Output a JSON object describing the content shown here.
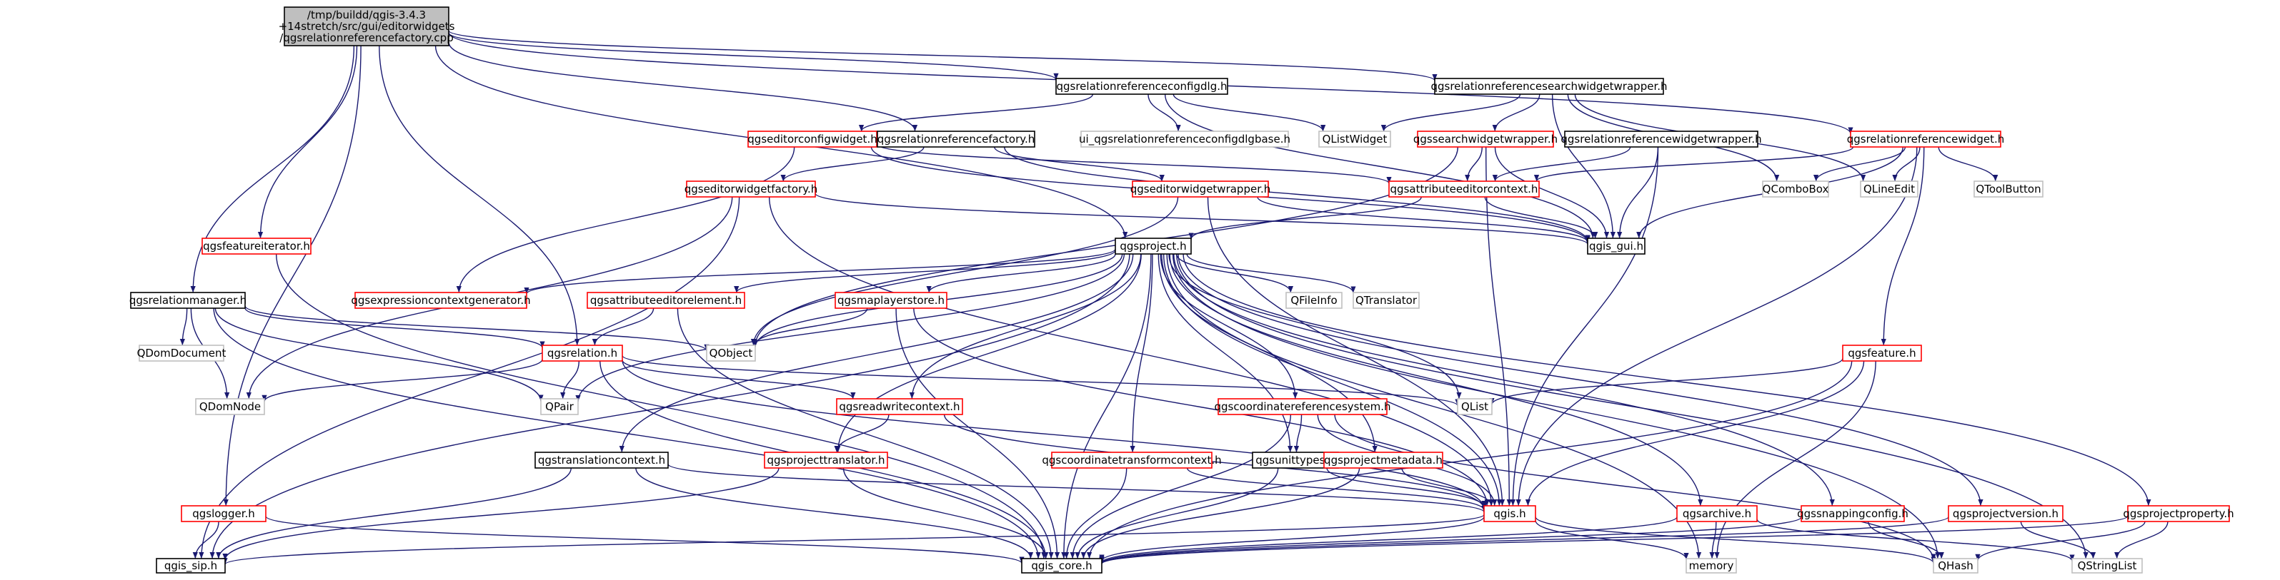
{
  "colors": {
    "edge": "#191970",
    "root_fill": "#bfbfbf",
    "root_stroke": "#000000",
    "plain_stroke": "#000000",
    "red_stroke": "#ff0000",
    "gray_stroke": "#bfbfbf",
    "external_text": "#000000"
  },
  "nodes": [
    {
      "id": "root",
      "lines": [
        "/tmp/buildd/qgis-3.4.3",
        "+14stretch/src/gui/editorwidgets",
        "/qgsrelationreferencefactory.cpp"
      ],
      "style": "root"
    },
    {
      "id": "configdlg",
      "lines": [
        "qgsrelationreferenceconfigdlg.h"
      ],
      "style": "plain"
    },
    {
      "id": "searchwrapper",
      "lines": [
        "qgsrelationreferencesearchwidgetwrapper.h"
      ],
      "style": "plain"
    },
    {
      "id": "refwidget",
      "lines": [
        "qgsrelationreferencewidget.h"
      ],
      "style": "red"
    },
    {
      "id": "editorconfigwidget",
      "lines": [
        "qgseditorconfigwidget.h"
      ],
      "style": "red"
    },
    {
      "id": "reffactory",
      "lines": [
        "qgsrelationreferencefactory.h"
      ],
      "style": "plain"
    },
    {
      "id": "uiconfigdlg",
      "lines": [
        "ui_qgsrelationreferenceconfigdlgbase.h"
      ],
      "style": "gray"
    },
    {
      "id": "qlistwidget",
      "lines": [
        "QListWidget"
      ],
      "style": "gray"
    },
    {
      "id": "searchwidgetwrapper",
      "lines": [
        "qgssearchwidgetwrapper.h"
      ],
      "style": "red"
    },
    {
      "id": "refwidgetwrapper",
      "lines": [
        "qgsrelationreferencewidgetwrapper.h"
      ],
      "style": "plain"
    },
    {
      "id": "qcombobox",
      "lines": [
        "QComboBox"
      ],
      "style": "gray"
    },
    {
      "id": "qlineedit",
      "lines": [
        "QLineEdit"
      ],
      "style": "gray"
    },
    {
      "id": "qtoolbutton",
      "lines": [
        "QToolButton"
      ],
      "style": "gray"
    },
    {
      "id": "editorwidgetfactory",
      "lines": [
        "qgseditorwidgetfactory.h"
      ],
      "style": "red"
    },
    {
      "id": "editorwidgetwrapper",
      "lines": [
        "qgseditorwidgetwrapper.h"
      ],
      "style": "red"
    },
    {
      "id": "attreditorcontext",
      "lines": [
        "qgsattributeeditorcontext.h"
      ],
      "style": "red"
    },
    {
      "id": "featureiterator",
      "lines": [
        "qgsfeatureiterator.h"
      ],
      "style": "red"
    },
    {
      "id": "qgsproject",
      "lines": [
        "qgsproject.h"
      ],
      "style": "plain"
    },
    {
      "id": "qgisgui",
      "lines": [
        "qgis_gui.h"
      ],
      "style": "plain"
    },
    {
      "id": "relationmanager",
      "lines": [
        "qgsrelationmanager.h"
      ],
      "style": "plain"
    },
    {
      "id": "exprctxgen",
      "lines": [
        "qgsexpressioncontextgenerator.h"
      ],
      "style": "red"
    },
    {
      "id": "attreditorelement",
      "lines": [
        "qgsattributeeditorelement.h"
      ],
      "style": "red"
    },
    {
      "id": "maplayerstore",
      "lines": [
        "qgsmaplayerstore.h"
      ],
      "style": "red"
    },
    {
      "id": "qfileinfo",
      "lines": [
        "QFileInfo"
      ],
      "style": "gray"
    },
    {
      "id": "qtranslator",
      "lines": [
        "QTranslator"
      ],
      "style": "gray"
    },
    {
      "id": "qdomdocument",
      "lines": [
        "QDomDocument"
      ],
      "style": "gray"
    },
    {
      "id": "qobject",
      "lines": [
        "QObject"
      ],
      "style": "gray"
    },
    {
      "id": "qgsrelation",
      "lines": [
        "qgsrelation.h"
      ],
      "style": "red"
    },
    {
      "id": "qgsfeature",
      "lines": [
        "qgsfeature.h"
      ],
      "style": "red"
    },
    {
      "id": "qlist",
      "lines": [
        "QList"
      ],
      "style": "gray"
    },
    {
      "id": "qdomnode",
      "lines": [
        "QDomNode"
      ],
      "style": "gray"
    },
    {
      "id": "qpair",
      "lines": [
        "QPair"
      ],
      "style": "gray"
    },
    {
      "id": "readwritecontext",
      "lines": [
        "qgsreadwritecontext.h"
      ],
      "style": "red"
    },
    {
      "id": "crs",
      "lines": [
        "qgscoordinatereferencesystem.h"
      ],
      "style": "red"
    },
    {
      "id": "translationcontext",
      "lines": [
        "qgstranslationcontext.h"
      ],
      "style": "plain"
    },
    {
      "id": "projecttranslator",
      "lines": [
        "qgsprojecttranslator.h"
      ],
      "style": "red"
    },
    {
      "id": "coordtransformctx",
      "lines": [
        "qgscoordinatetransformcontext.h"
      ],
      "style": "red"
    },
    {
      "id": "unittypes",
      "lines": [
        "qgsunittypes.h"
      ],
      "style": "plain"
    },
    {
      "id": "projectmetadata",
      "lines": [
        "qgsprojectmetadata.h"
      ],
      "style": "red"
    },
    {
      "id": "qgislogger",
      "lines": [
        "qgslogger.h"
      ],
      "style": "red"
    },
    {
      "id": "qgish",
      "lines": [
        "qgis.h"
      ],
      "style": "red"
    },
    {
      "id": "archive",
      "lines": [
        "qgsarchive.h"
      ],
      "style": "red"
    },
    {
      "id": "snappingconfig",
      "lines": [
        "qgssnappingconfig.h"
      ],
      "style": "red"
    },
    {
      "id": "projectversion",
      "lines": [
        "qgsprojectversion.h"
      ],
      "style": "red"
    },
    {
      "id": "projectproperty",
      "lines": [
        "qgsprojectproperty.h"
      ],
      "style": "red"
    },
    {
      "id": "qgissip",
      "lines": [
        "qgis_sip.h"
      ],
      "style": "plain"
    },
    {
      "id": "qgiscore",
      "lines": [
        "qgis_core.h"
      ],
      "style": "plain"
    },
    {
      "id": "memory",
      "lines": [
        "memory"
      ],
      "style": "gray"
    },
    {
      "id": "qhash",
      "lines": [
        "QHash"
      ],
      "style": "gray"
    },
    {
      "id": "qstringlist",
      "lines": [
        "QStringList"
      ],
      "style": "gray"
    }
  ],
  "edges": [
    [
      "root",
      "configdlg"
    ],
    [
      "root",
      "searchwrapper"
    ],
    [
      "root",
      "refwidget"
    ],
    [
      "root",
      "reffactory"
    ],
    [
      "root",
      "featureiterator"
    ],
    [
      "root",
      "relationmanager"
    ],
    [
      "root",
      "qgsrelation"
    ],
    [
      "root",
      "qgsproject"
    ],
    [
      "root",
      "qgislogger"
    ],
    [
      "configdlg",
      "editorconfigwidget"
    ],
    [
      "configdlg",
      "uiconfigdlg"
    ],
    [
      "configdlg",
      "qlistwidget"
    ],
    [
      "configdlg",
      "qgisgui"
    ],
    [
      "searchwrapper",
      "qlistwidget"
    ],
    [
      "searchwrapper",
      "searchwidgetwrapper"
    ],
    [
      "searchwrapper",
      "qcombobox"
    ],
    [
      "searchwrapper",
      "qlineedit"
    ],
    [
      "searchwrapper",
      "qgisgui"
    ],
    [
      "refwidget",
      "qcombobox"
    ],
    [
      "refwidget",
      "qlineedit"
    ],
    [
      "refwidget",
      "qtoolbutton"
    ],
    [
      "refwidget",
      "attreditorcontext"
    ],
    [
      "refwidget",
      "qgisgui"
    ],
    [
      "refwidget",
      "qgsfeature"
    ],
    [
      "refwidget",
      "qgish"
    ],
    [
      "editorconfigwidget",
      "exprctxgen"
    ],
    [
      "editorconfigwidget",
      "attreditorcontext"
    ],
    [
      "editorconfigwidget",
      "qgisgui"
    ],
    [
      "reffactory",
      "editorwidgetfactory"
    ],
    [
      "reffactory",
      "editorwidgetwrapper"
    ],
    [
      "reffactory",
      "qgisgui"
    ],
    [
      "searchwidgetwrapper",
      "attreditorcontext"
    ],
    [
      "searchwidgetwrapper",
      "qobject"
    ],
    [
      "searchwidgetwrapper",
      "qgisgui"
    ],
    [
      "searchwidgetwrapper",
      "qgish"
    ],
    [
      "refwidgetwrapper",
      "attreditorcontext"
    ],
    [
      "refwidgetwrapper",
      "qgisgui"
    ],
    [
      "refwidgetwrapper",
      "qgish"
    ],
    [
      "editorwidgetfactory",
      "qgisgui"
    ],
    [
      "editorwidgetfactory",
      "qdomnode"
    ],
    [
      "editorwidgetfactory",
      "qgissip"
    ],
    [
      "editorwidgetfactory",
      "qgish"
    ],
    [
      "editorwidgetwrapper",
      "qgisgui"
    ],
    [
      "editorwidgetwrapper",
      "qobject"
    ],
    [
      "editorwidgetwrapper",
      "qgish"
    ],
    [
      "attreditorcontext",
      "qgsproject"
    ],
    [
      "attreditorcontext",
      "qgisgui"
    ],
    [
      "featureiterator",
      "qgiscore"
    ],
    [
      "qgsproject",
      "exprctxgen"
    ],
    [
      "qgsproject",
      "attreditorelement"
    ],
    [
      "qgsproject",
      "maplayerstore"
    ],
    [
      "qgsproject",
      "qfileinfo"
    ],
    [
      "qgsproject",
      "qtranslator"
    ],
    [
      "qgsproject",
      "qobject"
    ],
    [
      "qgsproject",
      "qpair"
    ],
    [
      "qgsproject",
      "qlist"
    ],
    [
      "qgsproject",
      "readwritecontext"
    ],
    [
      "qgsproject",
      "crs"
    ],
    [
      "qgsproject",
      "translationcontext"
    ],
    [
      "qgsproject",
      "projecttranslator"
    ],
    [
      "qgsproject",
      "coordtransformctx"
    ],
    [
      "qgsproject",
      "unittypes"
    ],
    [
      "qgsproject",
      "projectmetadata"
    ],
    [
      "qgsproject",
      "qgish"
    ],
    [
      "qgsproject",
      "archive"
    ],
    [
      "qgsproject",
      "snappingconfig"
    ],
    [
      "qgsproject",
      "projectversion"
    ],
    [
      "qgsproject",
      "projectproperty"
    ],
    [
      "qgsproject",
      "qgiscore"
    ],
    [
      "qgsproject",
      "qhash"
    ],
    [
      "qgsproject",
      "qstringlist"
    ],
    [
      "qgsproject",
      "memory"
    ],
    [
      "qgsproject",
      "qgissip"
    ],
    [
      "relationmanager",
      "qdomdocument"
    ],
    [
      "relationmanager",
      "qgsrelation"
    ],
    [
      "relationmanager",
      "qdomnode"
    ],
    [
      "relationmanager",
      "qobject"
    ],
    [
      "relationmanager",
      "qpair"
    ],
    [
      "relationmanager",
      "qgiscore"
    ],
    [
      "attreditorelement",
      "qgsrelation"
    ],
    [
      "attreditorelement",
      "qgiscore"
    ],
    [
      "maplayerstore",
      "qobject"
    ],
    [
      "maplayerstore",
      "qgiscore"
    ],
    [
      "maplayerstore",
      "qgish"
    ],
    [
      "qgsrelation",
      "qdomnode"
    ],
    [
      "qgsrelation",
      "qpair"
    ],
    [
      "qgsrelation",
      "qlist"
    ],
    [
      "qgsrelation",
      "readwritecontext"
    ],
    [
      "qgsrelation",
      "qgiscore"
    ],
    [
      "qgsrelation",
      "qgish"
    ],
    [
      "qgsfeature",
      "qlist"
    ],
    [
      "qgsfeature",
      "qgish"
    ],
    [
      "qgsfeature",
      "qgiscore"
    ],
    [
      "qgsfeature",
      "memory"
    ],
    [
      "readwritecontext",
      "projecttranslator"
    ],
    [
      "readwritecontext",
      "qgish"
    ],
    [
      "crs",
      "unittypes"
    ],
    [
      "crs",
      "qgish"
    ],
    [
      "crs",
      "qgiscore"
    ],
    [
      "crs",
      "qhash"
    ],
    [
      "translationcontext",
      "qgissip"
    ],
    [
      "translationcontext",
      "qgiscore"
    ],
    [
      "translationcontext",
      "qgish"
    ],
    [
      "projecttranslator",
      "qgissip"
    ],
    [
      "projecttranslator",
      "qgiscore"
    ],
    [
      "coordtransformctx",
      "qgiscore"
    ],
    [
      "coordtransformctx",
      "qgish"
    ],
    [
      "unittypes",
      "qgiscore"
    ],
    [
      "unittypes",
      "qgish"
    ],
    [
      "projectmetadata",
      "qgiscore"
    ],
    [
      "projectmetadata",
      "qgish"
    ],
    [
      "qgislogger",
      "qgiscore"
    ],
    [
      "qgislogger",
      "qgissip"
    ],
    [
      "qgish",
      "qgissip"
    ],
    [
      "qgish",
      "qgiscore"
    ],
    [
      "qgish",
      "memory"
    ],
    [
      "qgish",
      "qhash"
    ],
    [
      "archive",
      "qgiscore"
    ],
    [
      "archive",
      "memory"
    ],
    [
      "archive",
      "qstringlist"
    ],
    [
      "snappingconfig",
      "qgiscore"
    ],
    [
      "snappingconfig",
      "qhash"
    ],
    [
      "projectversion",
      "qgiscore"
    ],
    [
      "projectversion",
      "qstringlist"
    ],
    [
      "projectproperty",
      "qhash"
    ],
    [
      "projectproperty",
      "qstringlist"
    ],
    [
      "projectproperty",
      "qgiscore"
    ]
  ]
}
